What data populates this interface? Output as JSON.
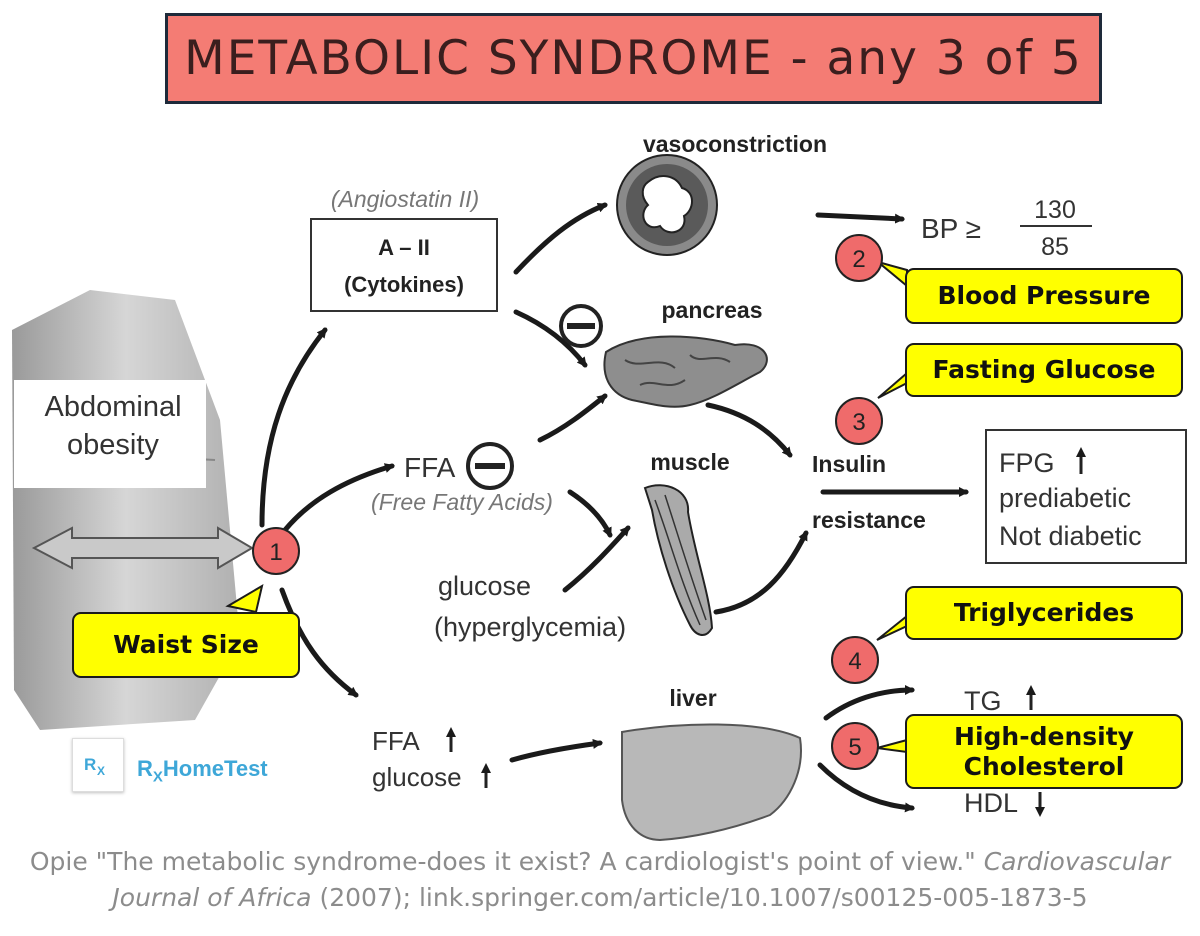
{
  "title": "METABOLIC SYNDROME - any 3 of 5",
  "labels": {
    "vasoconstriction": "vasoconstriction",
    "angiostatin": "(Angiostatin II)",
    "a2_line1": "A – II",
    "a2_line2": "(Cytokines)",
    "pancreas": "pancreas",
    "abdominal_line1": "Abdominal",
    "abdominal_line2": "obesity",
    "ffa": "FFA",
    "free_fatty_acids": "(Free Fatty Acids)",
    "muscle": "muscle",
    "insulin": "Insulin",
    "resistance": "resistance",
    "glucose": "glucose",
    "hyperglycemia": "(hyperglycemia)",
    "liver": "liver",
    "ffa_up": "FFA",
    "glucose_up": "glucose",
    "bp_prefix": "BP ≥",
    "bp_num": "130",
    "bp_den": "85",
    "fpg": "FPG",
    "prediabetic": "prediabetic",
    "not_diabetic": "Not diabetic",
    "tg": "TG",
    "hdl": "HDL",
    "minus": "−"
  },
  "markers": [
    "1",
    "2",
    "3",
    "4",
    "5"
  ],
  "callouts": {
    "waist": "Waist Size",
    "blood_pressure": "Blood Pressure",
    "fasting_glucose": "Fasting Glucose",
    "triglycerides": "Triglycerides",
    "hdl_line1": "High-density",
    "hdl_line2": "Cholesterol"
  },
  "logo": {
    "badge_r": "R",
    "badge_x": "X",
    "text_r": "R",
    "text_x": "X",
    "text_name": "HomeTest"
  },
  "caption": {
    "part1": "Opie \"The metabolic syndrome-does it exist? A cardiologist's point of view.\"",
    "journal1": "Cardiovascular",
    "journal2": "Journal of Africa",
    "part2": "(2007); link.springer.com/article/10.1007/s00125-005-1873-5"
  },
  "colors": {
    "title_bg": "#f47c74",
    "callout_bg": "#ffff00",
    "marker_fill": "#ef6b6b",
    "accent": "#3ea7d8"
  }
}
